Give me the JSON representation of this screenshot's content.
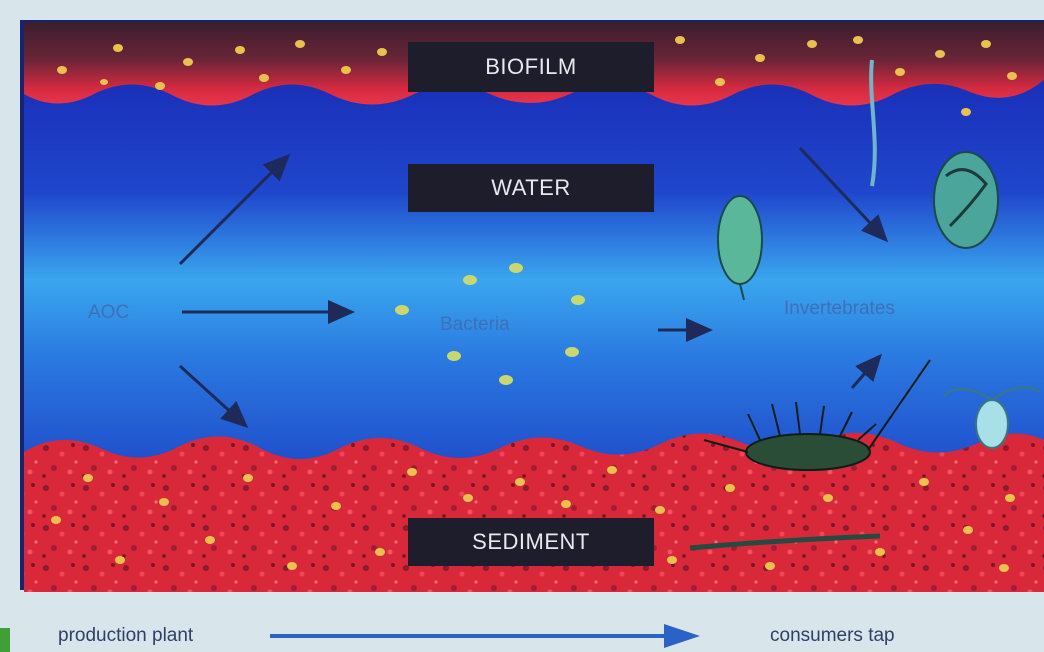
{
  "layers": {
    "biofilm": "BIOFILM",
    "water": "WATER",
    "sediment": "SEDIMENT"
  },
  "nodes": {
    "aoc": "AOC",
    "bacteria": "Bacteria",
    "invertebrates": "Invertebrates"
  },
  "flow": {
    "start": "production plant",
    "end": "consumers tap"
  },
  "colors": {
    "sediment_red": "#d8283a",
    "water_blue": "#1e46c8",
    "dark_label": "#1d1d2c",
    "flow_arrow": "#2a62c8",
    "accent_green": "#3fa037"
  }
}
